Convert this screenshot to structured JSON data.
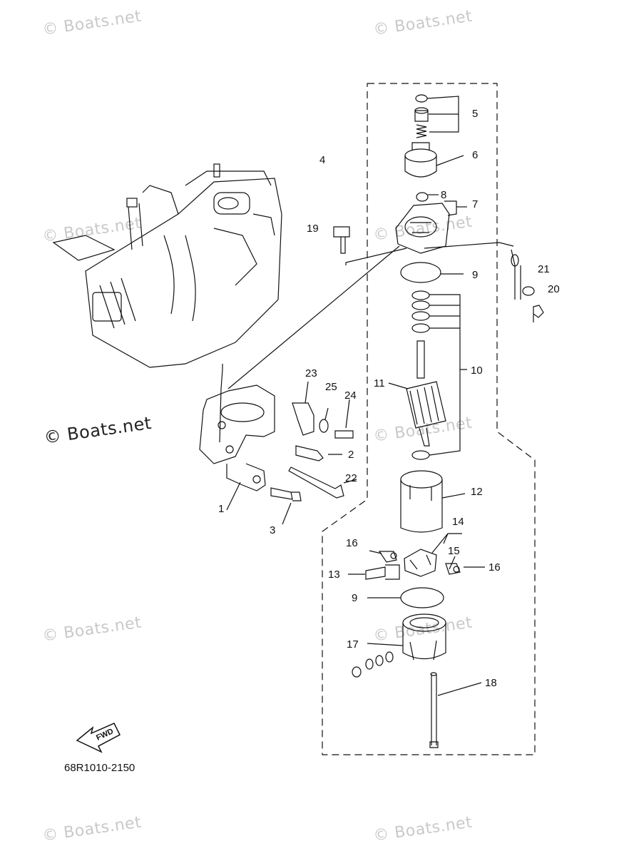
{
  "watermarks": [
    "© Boats.net",
    "© Boats.net",
    "© Boats.net",
    "© Boats.net",
    "© Boats.net",
    "© Boats.net",
    "© Boats.net",
    "© Boats.net",
    "© Boats.net",
    "© Boats.net"
  ],
  "callouts": {
    "c1": "1",
    "c2": "2",
    "c3": "3",
    "c4": "4",
    "c5": "5",
    "c6": "6",
    "c7": "7",
    "c8": "8",
    "c9a": "9",
    "c9b": "9",
    "c10": "10",
    "c11": "11",
    "c12": "12",
    "c13": "13",
    "c14": "14",
    "c15": "15",
    "c16a": "16",
    "c16b": "16",
    "c17": "17",
    "c18": "18",
    "c19": "19",
    "c20": "20",
    "c21": "21",
    "c22": "22",
    "c23": "23",
    "c24": "24",
    "c25": "25"
  },
  "fwd_label": "FWD",
  "diagram_code": "68R1010-2150"
}
